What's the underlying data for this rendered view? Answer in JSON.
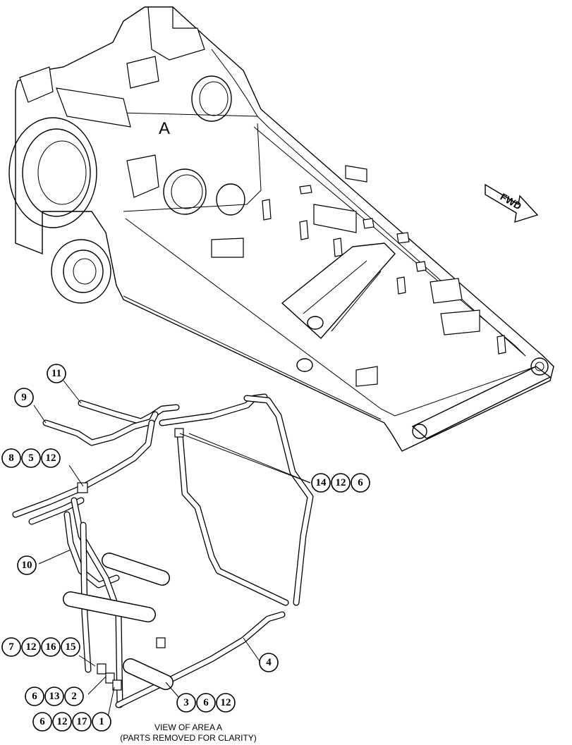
{
  "area_label": "A",
  "fwd_label": "FWD",
  "caption": {
    "line1": "VIEW OF AREA A",
    "line2": "(PARTS REMOVED FOR CLARITY)"
  },
  "callouts": {
    "c11": [
      "11"
    ],
    "c9": [
      "9"
    ],
    "c8_5_12": [
      "8",
      "5",
      "12"
    ],
    "c14_12_6": [
      "14",
      "12",
      "6"
    ],
    "c10": [
      "10"
    ],
    "c7_12_16_15": [
      "7",
      "12",
      "16",
      "15"
    ],
    "c6_13_2": [
      "6",
      "13",
      "2"
    ],
    "c6_12_17_1": [
      "6",
      "12",
      "17",
      "1"
    ],
    "c4": [
      "4"
    ],
    "c3_6_12": [
      "3",
      "6",
      "12"
    ]
  }
}
